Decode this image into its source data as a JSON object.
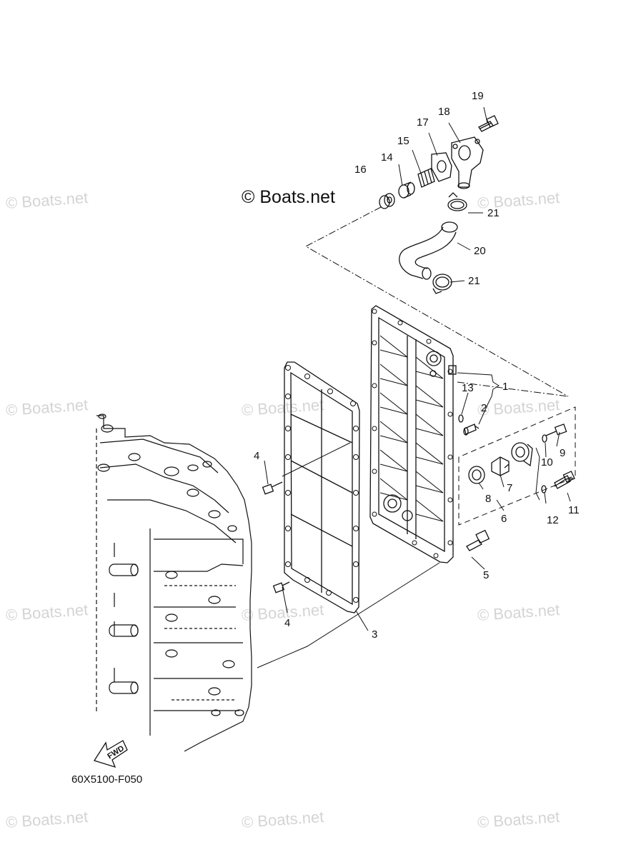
{
  "copyright": "© Boats.net",
  "watermark": "© Boats.net",
  "diagram_code": "60X5100-F050",
  "fwd_label": "FWD",
  "callouts": {
    "c1": "1",
    "c2": "2",
    "c3": "3",
    "c4a": "4",
    "c4b": "4",
    "c5": "5",
    "c6": "6",
    "c7": "7",
    "c8": "8",
    "c9": "9",
    "c10": "10",
    "c11": "11",
    "c12": "12",
    "c13": "13",
    "c14": "14",
    "c15": "15",
    "c16": "16",
    "c17": "17",
    "c18": "18",
    "c19": "19",
    "c20": "20",
    "c21a": "21",
    "c21b": "21"
  },
  "colors": {
    "line": "#111111",
    "watermark": "#d4d4d4"
  }
}
